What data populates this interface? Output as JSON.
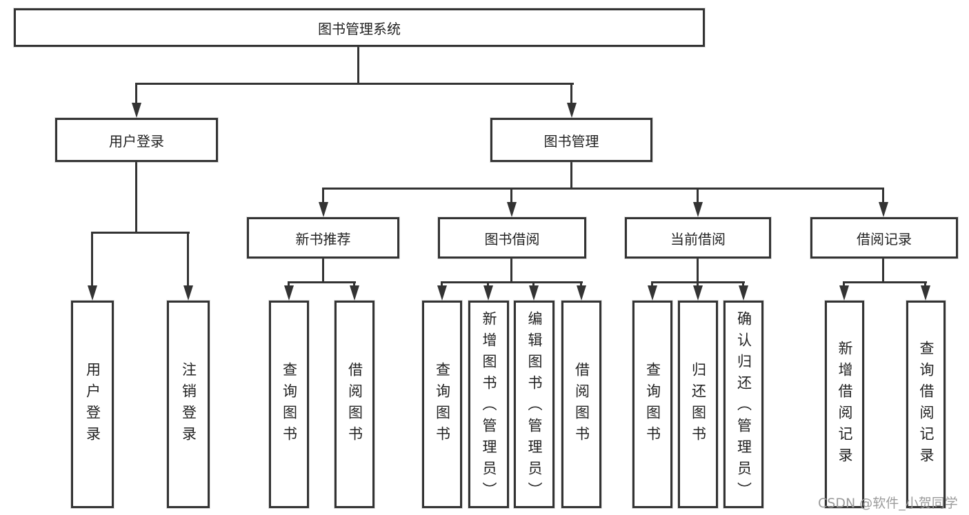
{
  "diagram": {
    "root": "图书管理系统",
    "level2": {
      "user_login": "用户登录",
      "book_mgmt": "图书管理"
    },
    "level3": {
      "new_books": "新书推荐",
      "book_borrow": "图书借阅",
      "current_borrow": "当前借阅",
      "borrow_records": "借阅记录"
    },
    "leaves": {
      "user_login": [
        "用户登录",
        "注销登录"
      ],
      "new_books": [
        "查询图书",
        "借阅图书"
      ],
      "book_borrow": [
        "查询图书",
        "新增图书（管理员）",
        "编辑图书（管理员）",
        "借阅图书"
      ],
      "current_borrow": [
        "查询图书",
        "归还图书",
        "确认归还（管理员）"
      ],
      "borrow_records": [
        "新增借阅记录",
        "查询借阅记录"
      ]
    }
  },
  "watermark": "CSDN @软件_小贺同学",
  "colors": {
    "line": "#333333",
    "text": "#222222",
    "watermark": "#9b9b9b",
    "background": "#ffffff"
  }
}
